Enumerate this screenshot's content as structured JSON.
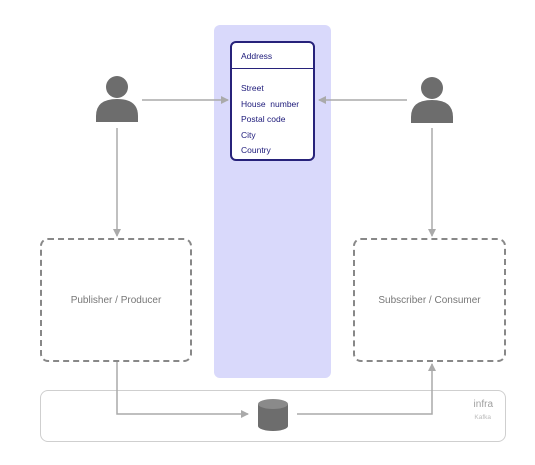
{
  "address_entity": {
    "title": "Address",
    "fields": [
      "Street",
      "House  number",
      "Postal code",
      "City",
      "Country"
    ]
  },
  "producer": {
    "label": "Publisher / Producer"
  },
  "consumer": {
    "label": "Subscriber / Consumer"
  },
  "infra": {
    "title": "infra",
    "subtitle": "Kafka"
  },
  "icons": {
    "producer_user": "user-icon",
    "consumer_user": "user-icon",
    "broker": "database-icon"
  },
  "colors": {
    "schema_band": "#d9d9fb",
    "entity_border": "#27227a",
    "entity_text": "#1d1a7a",
    "connector": "#aaaaaa",
    "icon": "#6d6d6d"
  }
}
